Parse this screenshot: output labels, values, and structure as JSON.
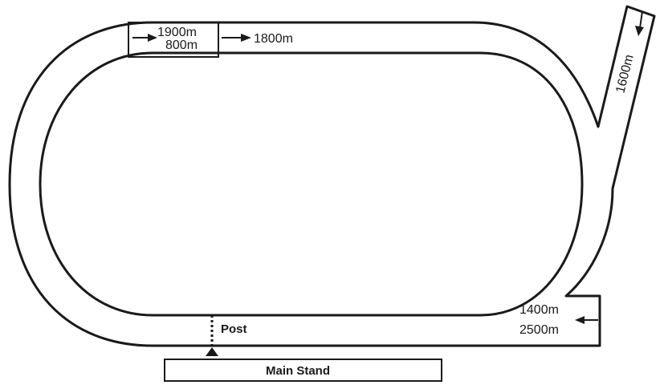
{
  "diagram": {
    "labels": {
      "start_1900": "1900m",
      "start_800": "800m",
      "start_1800": "1800m",
      "start_1600": "1600m",
      "start_1400": "1400m",
      "start_2500": "2500m",
      "post": "Post",
      "main_stand": "Main Stand"
    },
    "colors": {
      "line": "#1a1a1a",
      "background": "#ffffff"
    }
  }
}
